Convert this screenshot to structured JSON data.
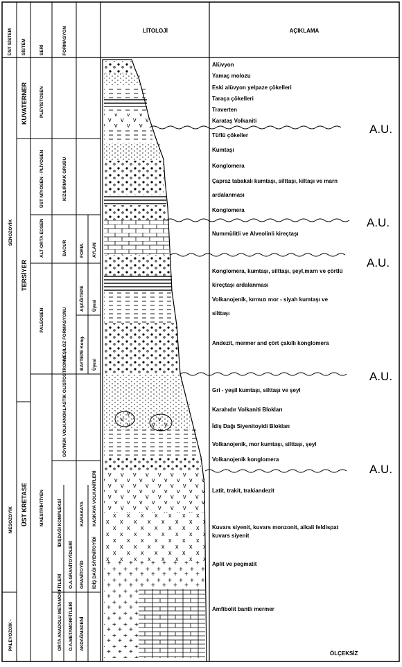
{
  "headers": {
    "ust_sistem": "ÜST SİSTEM",
    "sistem": "SİSTEM",
    "seri": "SERİ",
    "formasyon": "FORMASYON",
    "litoloji": "LİTOLOJİ",
    "aciklama": "AÇIKLAMA"
  },
  "column_labels": {
    "paleyozoik": "PALEYOZOİK -",
    "mezozoyik": "MESOZOYİK",
    "senozoyik": "SENOZOYİK",
    "kuvaterner": "KUVATERNER",
    "tersiyer": "TERSİYER",
    "ust_kretase": "ÜST KRETASE",
    "pleistosen": "PLEYİSTOSEN",
    "ust_miyosen": "ÜST MİYOSEN - PLİYOSEN",
    "alt_orta_eosen": "ALT-ORTA EOSEN",
    "paleosen": "PALEOSEN",
    "maestrihtiyen": "MAESTRİHTİYEN",
    "kizilirmak": "KIZILIRMAK GRUBU",
    "bacur": "BACUR",
    "form": "FORM.",
    "yesiloz": "YEŞİLÖZ FORMASYONU",
    "goynuk": "GÖYNÜK VOLKANOKLASTİK OLİSTOSTROMU",
    "kararkaya": "KARAKAYA",
    "kaskaya": "KASKAYA VOLKANİTLERİ",
    "orta_anadolu": "ORTA ANADOLU METAMORFİTLERİ",
    "idisdagi": "İDİŞDAĞI KOMPLEKSİ",
    "oa_granitoyid": "O.A.GRANİTOYİDLERİ",
    "oa_metamorfit": "O.A.METAMORFİTLERİ",
    "granitoyid": "GRANİTOYİD",
    "idis_dagi": "İDİŞ DAĞI SİYENİTOYİDİ",
    "akdagmadeni": "AKDAĞMADENİ",
    "aylan": "AYLAN",
    "uyesi": "Üyesi",
    "asagitepe": "AŞAĞITEPE",
    "baytepe": "BAYTEPE Kong.",
    "mmbr": "Üyesi"
  },
  "descriptions": [
    "Alüvyon",
    "Yamaç molozu",
    "Eski alüvyon yelpaze çökelleri",
    "Taraça çökelleri",
    "Traverten",
    "Karataş Volkaniti",
    "Tüflü çökeller",
    "Kumtaşı",
    "Konglomera",
    "Çapraz tabakalı kumtaşı, silttaşı, kiltaşı ve marn",
    "ardalanması",
    "Konglomera",
    "Nummülitli ve Alveolinli kireçtaşı",
    "Konglomera, kumtaşı, silttaşı, şeyl,marn ve çörtlü",
    "kireçtaşı ardalanması",
    "Volkanojenik, kırmızı mor - siyah kumtaşı ve",
    "silttaşı",
    "Andezit, mermer and çört çakıllı konglomera",
    "Gri - yeşil kumtaşı, silttaşı ve şeyl",
    "Karahıdır Volkaniti Blokları",
    "İdiş Dağı Siyenitoyidi Blokları",
    "Volkanojenik, mor kumtaşı, silttaşı, şeyl",
    "Volkanojenik konglomera",
    "Latit, trakit, trakiandezit",
    "Kuvars siyenit, kuvars monzonit, alkali feldispat",
    "kuvars siyenit",
    "Aplit ve pegmatit",
    "Amfibolit bantlı mermer"
  ],
  "au_label": "A.U.",
  "scale_label": "ÖLÇEKSİZ"
}
